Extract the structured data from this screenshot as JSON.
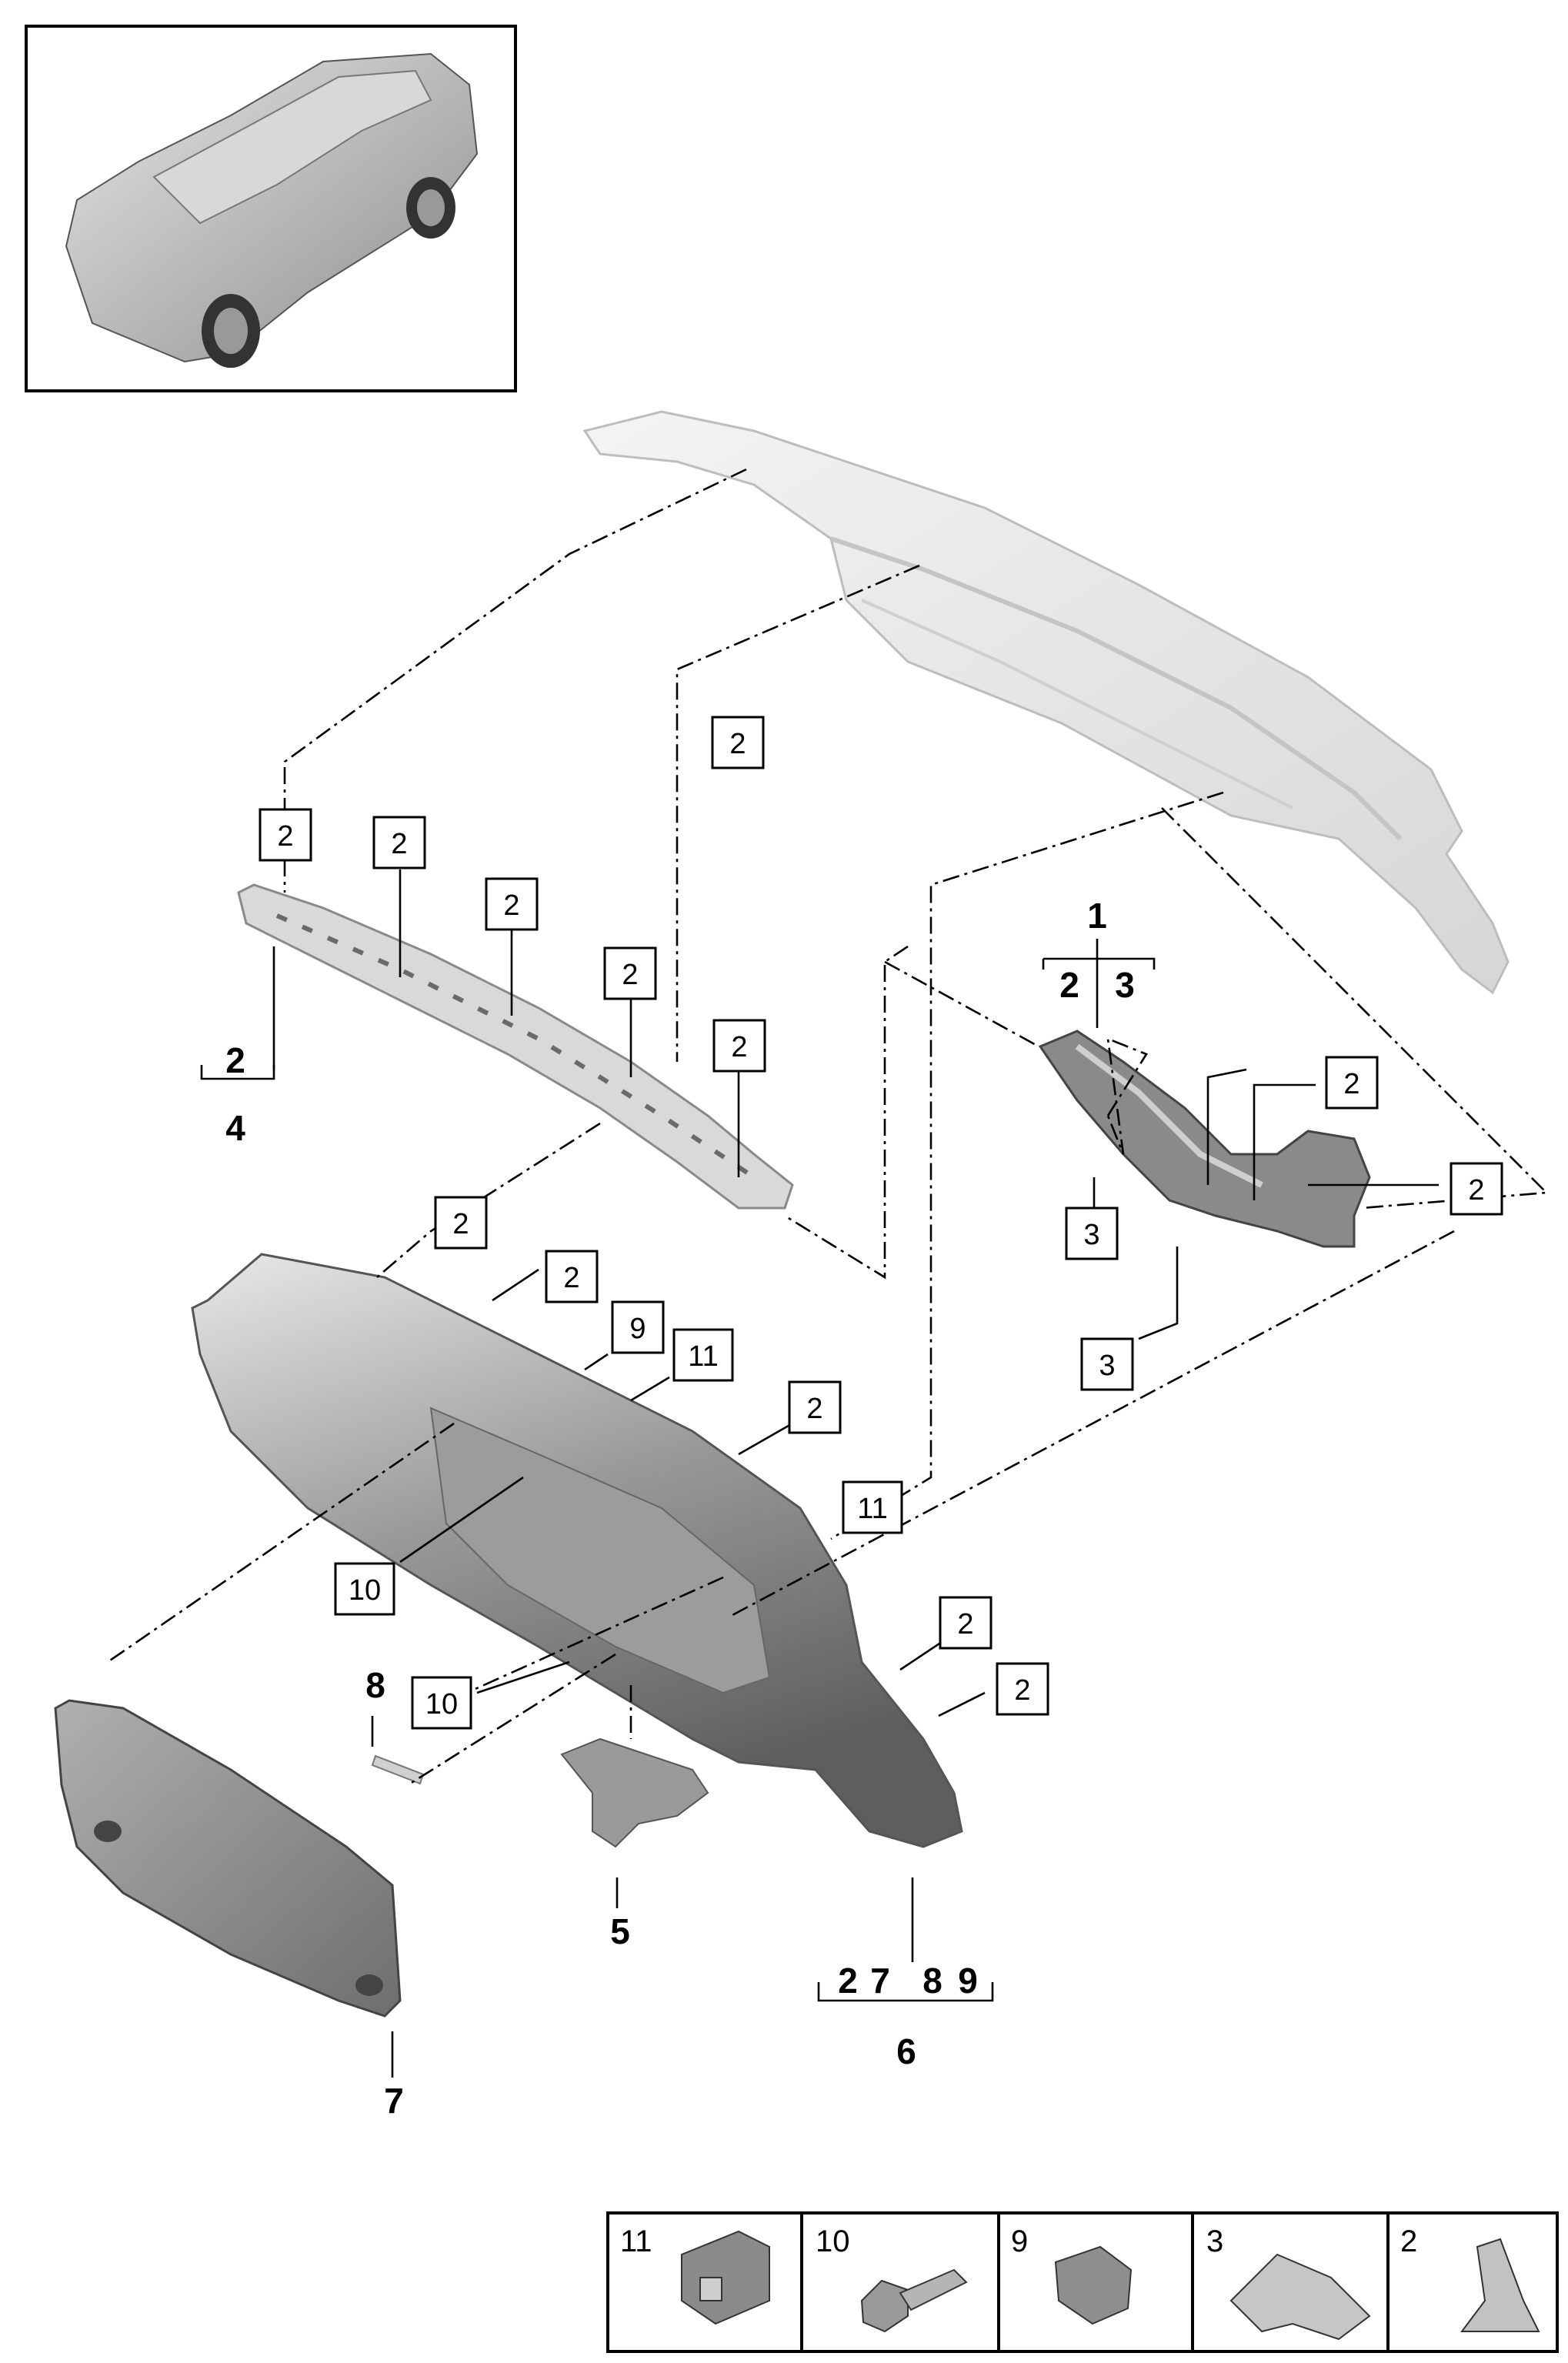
{
  "callouts": [
    "2",
    "2",
    "2",
    "2",
    "2",
    "2",
    "2",
    "2",
    "2",
    "9",
    "11",
    "2",
    "11",
    "10",
    "10",
    "2",
    "2",
    "2",
    "3",
    "3",
    "2"
  ],
  "part_numbers": [
    "1",
    "2",
    "3",
    "2",
    "4",
    "5",
    "2",
    "7",
    "8",
    "9",
    "6",
    "7",
    "8"
  ],
  "legend": [
    {
      "number": "11",
      "icon": "clip-icon"
    },
    {
      "number": "10",
      "icon": "screw-icon"
    },
    {
      "number": "9",
      "icon": "bumper-icon"
    },
    {
      "number": "3",
      "icon": "spring-clip-icon"
    },
    {
      "number": "2",
      "icon": "clip-icon"
    }
  ]
}
